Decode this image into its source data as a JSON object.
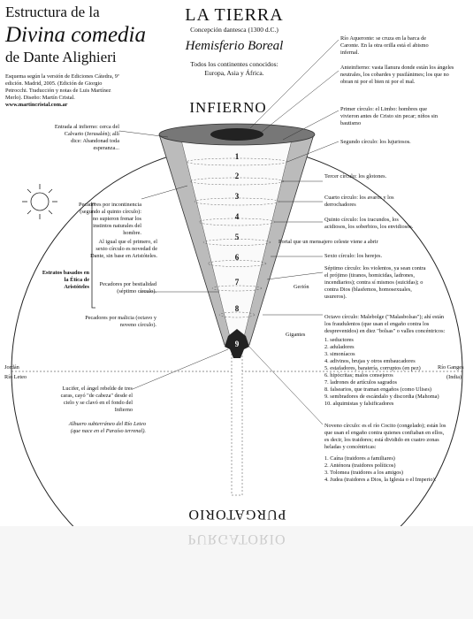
{
  "header": {
    "title_line1": "Estructura de la",
    "title_line2": "Divina comedia",
    "title_line3": "de Dante Alighieri",
    "credits": "Esquema según la versión de Ediciones Cátedra, 9ª edición. Madrid, 2005. (Edición de Giorgio Petrocchi. Traducción y notas de Luis Martínez Merlo). Diseño: Martín Cristal.",
    "website": "www.martincristal.com.ar"
  },
  "center_header": {
    "tierra": "LA TIERRA",
    "concepcion": "Concepción dantesca (1300 d.C.)",
    "hemisferio": "Hemisferio Boreal",
    "continentes_l1": "Todos los continentes conocidos:",
    "continentes_l2": "Europa, Asia y África."
  },
  "infierno_label": "INFIERNO",
  "purgatorio_label": "PURGATORIO",
  "ring_numbers": [
    "1",
    "2",
    "3",
    "4",
    "5",
    "6",
    "7",
    "8",
    "9"
  ],
  "left_labels": {
    "entrada": "Entrada al infierno: cerca del Calvario (Jerusalén); allí dice: Abandonad toda esperanza...",
    "incontinencia": "Pecadores por incontinencia (segundo al quinto círculo): no supieron frenar los instintos naturales del hombre.",
    "igual": "Al igual que el primero, el sexto círculo es novedad de Dante, sin base en Aristóteles.",
    "estratos": "Estratos basados en la Ética de Aristóteles",
    "bestialidad": "Pecadores por bestialidad (séptimo círculo).",
    "malicia": "Pecadores por malicia (octavo y noveno círculo).",
    "lucifer": "Lucifer, el ángel rebelde de tres caras, cayó \"de cabeza\" desde el cielo y se clavó en el fondo del Infierno",
    "albuero": "Albuero subterráneo del Río Leteo (que nace en el Paraíso terrenal).",
    "jordan_left": "Jordán",
    "rio_leteo": "Río Leteo",
    "rio_ganges": "Río Ganges",
    "india": "(India)"
  },
  "right_labels": {
    "aqueronte": "Río Aqueronte: se cruza en la barca de Caronte. En la otra orilla está el abismo infernal.",
    "anteinfierno": "Anteinfierno: vasta llanura donde están los ángeles neutrales, los cobardes y pusilánimes; los que no obran ni por el bien ni por el mal.",
    "primer": "Primer círculo: el Limbo: hombres que vivieron antes de Cristo sin pecar; niños sin bautismo",
    "segundo": "Segundo círculo: los lujuriosos.",
    "tercer": "Tercer círculo: los glotones.",
    "cuarto": "Cuarto círculo: los avaros y los derrochadores",
    "quinto": "Quinto círculo: los iracundos, los acidiosos, los soberbios, los envidiosos.",
    "portal": "Portal que un mensajero celeste viene a abrir",
    "sexto": "Sexto círculo: los herejes.",
    "septimo": "Séptimo círculo: los violentos, ya sean contra el prójimo (tiranos, homicidas, ladrones, incendiarios); contra sí mismos (suicidas); o contra Dios (blasfemos, homosexuales, usureros).",
    "gerion": "Gerión",
    "gigantes": "Gigantes",
    "octavo_intro": "Octavo círculo: Malebolge (\"Malasbolsas\"); ahí están los fraudulentos (que usan el engaño contra los desprevenidos) en diez \"bolsas\" o valles concéntricos:",
    "octavo_list": [
      "1. seductores",
      "2. aduladores",
      "3. simoníacos",
      "4. adivinos, brujas y otros embaucadores",
      "5. estafadores, baratería, corruptos (en pez)",
      "6. hipócritas; malos consejeros",
      "7. ladrones de artículos sagrados",
      "8. falsearios, que traman engaños (como Ulises)",
      "9. sembradores de escándalo y discordia (Mahoma)",
      "10. alquimistas y falsificadores"
    ],
    "noveno_intro": "Noveno círculo: es el río Cocito (congelado); están los que usan el engaño contra quienes confiaban en ellos, es decir, los traidores; está dividido en cuatro zonas heladas y concéntricas:",
    "noveno_list": [
      "1. Caína (traidores a familiares)",
      "2. Anténora (traidores políticos)",
      "3. Tolomea (traidores a los amigos)",
      "4. Judea (traidores a Dios, la Iglesia o el Imperio)."
    ]
  }
}
